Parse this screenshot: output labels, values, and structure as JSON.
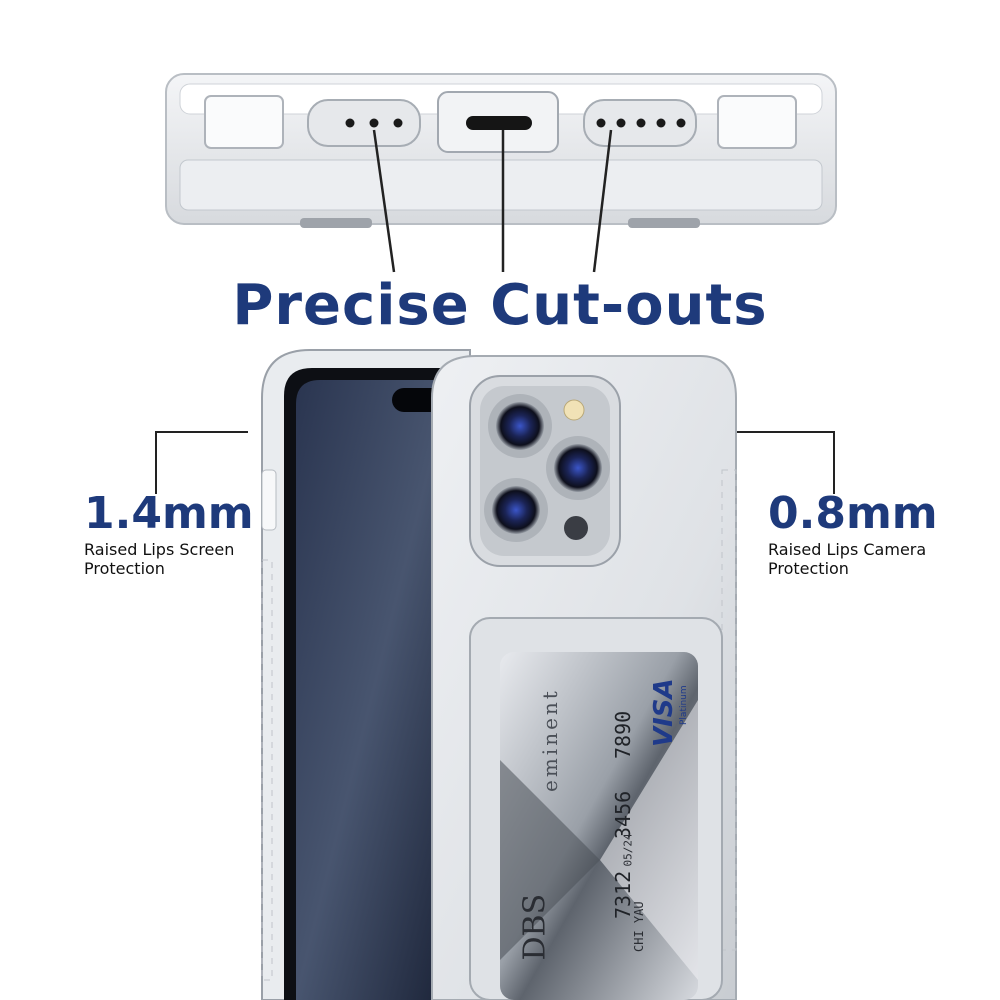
{
  "headline": "Precise Cut-outs",
  "specs": {
    "left": {
      "value": "1.4mm",
      "description": "Raised Lips Screen\nProtection"
    },
    "right": {
      "value": "0.8mm",
      "description": "Raised Lips Camera\nProtection"
    }
  },
  "card": {
    "brand": "eminent",
    "network": "VISA",
    "tier": "Platinum",
    "number_a": "7890",
    "number_b": "3456",
    "number_c": "7312",
    "expiry": "05/24",
    "holder": "CHI YAU",
    "bank": "DBS"
  },
  "colors": {
    "accent": "#1e3a7b",
    "line": "#222222",
    "card_silver": "#c9ccd2",
    "screen": "#1b2233"
  }
}
